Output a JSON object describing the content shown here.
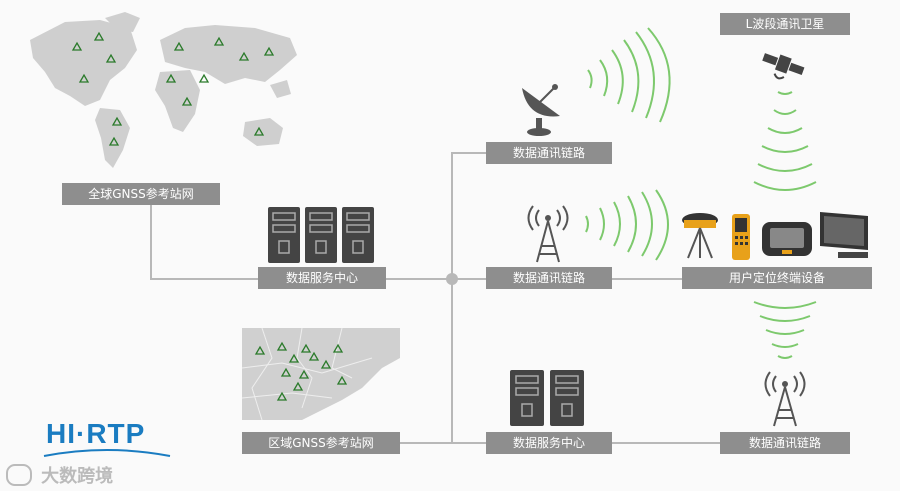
{
  "labels": {
    "global_network": "全球GNSS参考站网",
    "data_center_top": "数据服务中心",
    "data_link_sat": "数据通讯链路",
    "data_link_tower": "数据通讯链路",
    "regional_network": "区域GNSS参考站网",
    "data_center_bottom": "数据服务中心",
    "data_link_bottom": "数据通讯链路",
    "l_band_satellite": "L波段通讯卫星",
    "user_devices": "用户定位终端设备"
  },
  "logo": {
    "text": "HI·RTP"
  },
  "watermark": {
    "text": "大数跨境"
  },
  "colors": {
    "label_bg": "#8e8e8e",
    "wave_green": "#7dc96d",
    "line_gray": "#b8b8b8",
    "logo_blue": "#1a7cc1",
    "map_gray": "#cfcfcf"
  }
}
